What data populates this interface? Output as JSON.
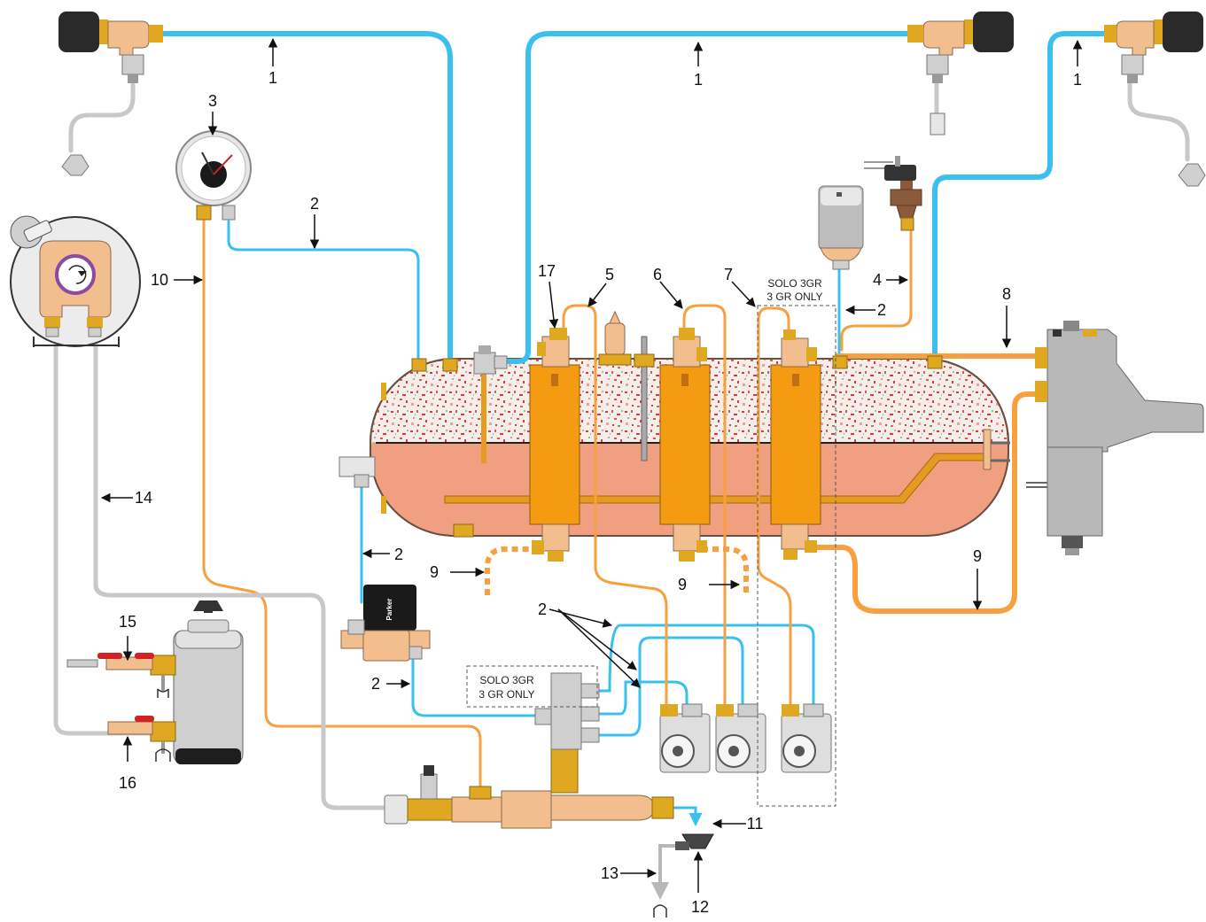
{
  "colors": {
    "cold_water": "#39c0ef",
    "hot_water": "#f7a040",
    "drain": "#c8c8c8",
    "boiler_water": "#f0a080",
    "boiler_steam_speckle": "#e03030",
    "group_body": "#f49b12",
    "fitting": "#f2be8e",
    "brass": "#e0a820",
    "dark_part": "#2a2a2a"
  },
  "labels": {
    "n1": "1",
    "n2": "2",
    "n3": "3",
    "n4": "4",
    "n5": "5",
    "n6": "6",
    "n7": "7",
    "n8": "8",
    "n9": "9",
    "n10": "10",
    "n11": "11",
    "n12": "12",
    "n13": "13",
    "n14": "14",
    "n15": "15",
    "n16": "16",
    "n17": "17"
  },
  "notes": {
    "solo_top_line1": "SOLO 3GR",
    "solo_top_line2": "3 GR ONLY",
    "solo_bottom_line1": "SOLO 3GR",
    "solo_bottom_line2": "3 GR ONLY"
  },
  "solenoid_brand": "Parker"
}
